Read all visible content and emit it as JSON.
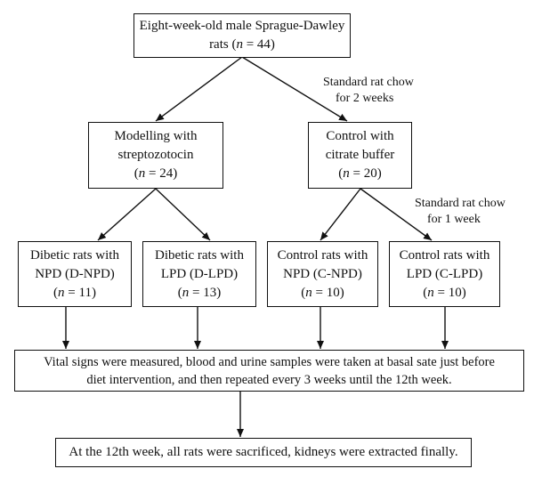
{
  "top": {
    "line1": "Eight-week-old male Sprague-Dawley",
    "line2_pre": "rats (",
    "n": "n",
    "line2_post": " = 44)"
  },
  "note_chow_2w": {
    "line1": "Standard rat chow",
    "line2": "for 2 weeks"
  },
  "note_chow_1w": {
    "line1": "Standard rat chow",
    "line2": "for 1 week"
  },
  "modelling": {
    "line1": "Modelling with",
    "line2": "streptozotocin",
    "line3_pre": "(",
    "n": "n",
    "line3_post": " = 24)"
  },
  "control": {
    "line1": "Control with",
    "line2": "citrate buffer",
    "line3_pre": "(",
    "n": "n",
    "line3_post": " = 20)"
  },
  "groups": [
    {
      "line1": "Dibetic rats with",
      "line2": "NPD (D-NPD)",
      "line3_pre": "(",
      "n": "n",
      "line3_post": " = 11)"
    },
    {
      "line1": "Dibetic rats with",
      "line2": "LPD (D-LPD)",
      "line3_pre": "(",
      "n": "n",
      "line3_post": " = 13)"
    },
    {
      "line1": "Control rats with",
      "line2": "NPD (C-NPD)",
      "line3_pre": "(",
      "n": "n",
      "line3_post": " = 10)"
    },
    {
      "line1": "Control rats with",
      "line2": "LPD (C-LPD)",
      "line3_pre": "(",
      "n": "n",
      "line3_post": " = 10)"
    }
  ],
  "vitals": {
    "line1": "Vital signs were measured, blood and urine samples were taken at basal sate just before",
    "line2": "diet intervention, and then repeated every 3 weeks until the 12th week."
  },
  "final": {
    "text": "At the 12th week, all rats were sacrificed, kidneys were extracted finally."
  }
}
